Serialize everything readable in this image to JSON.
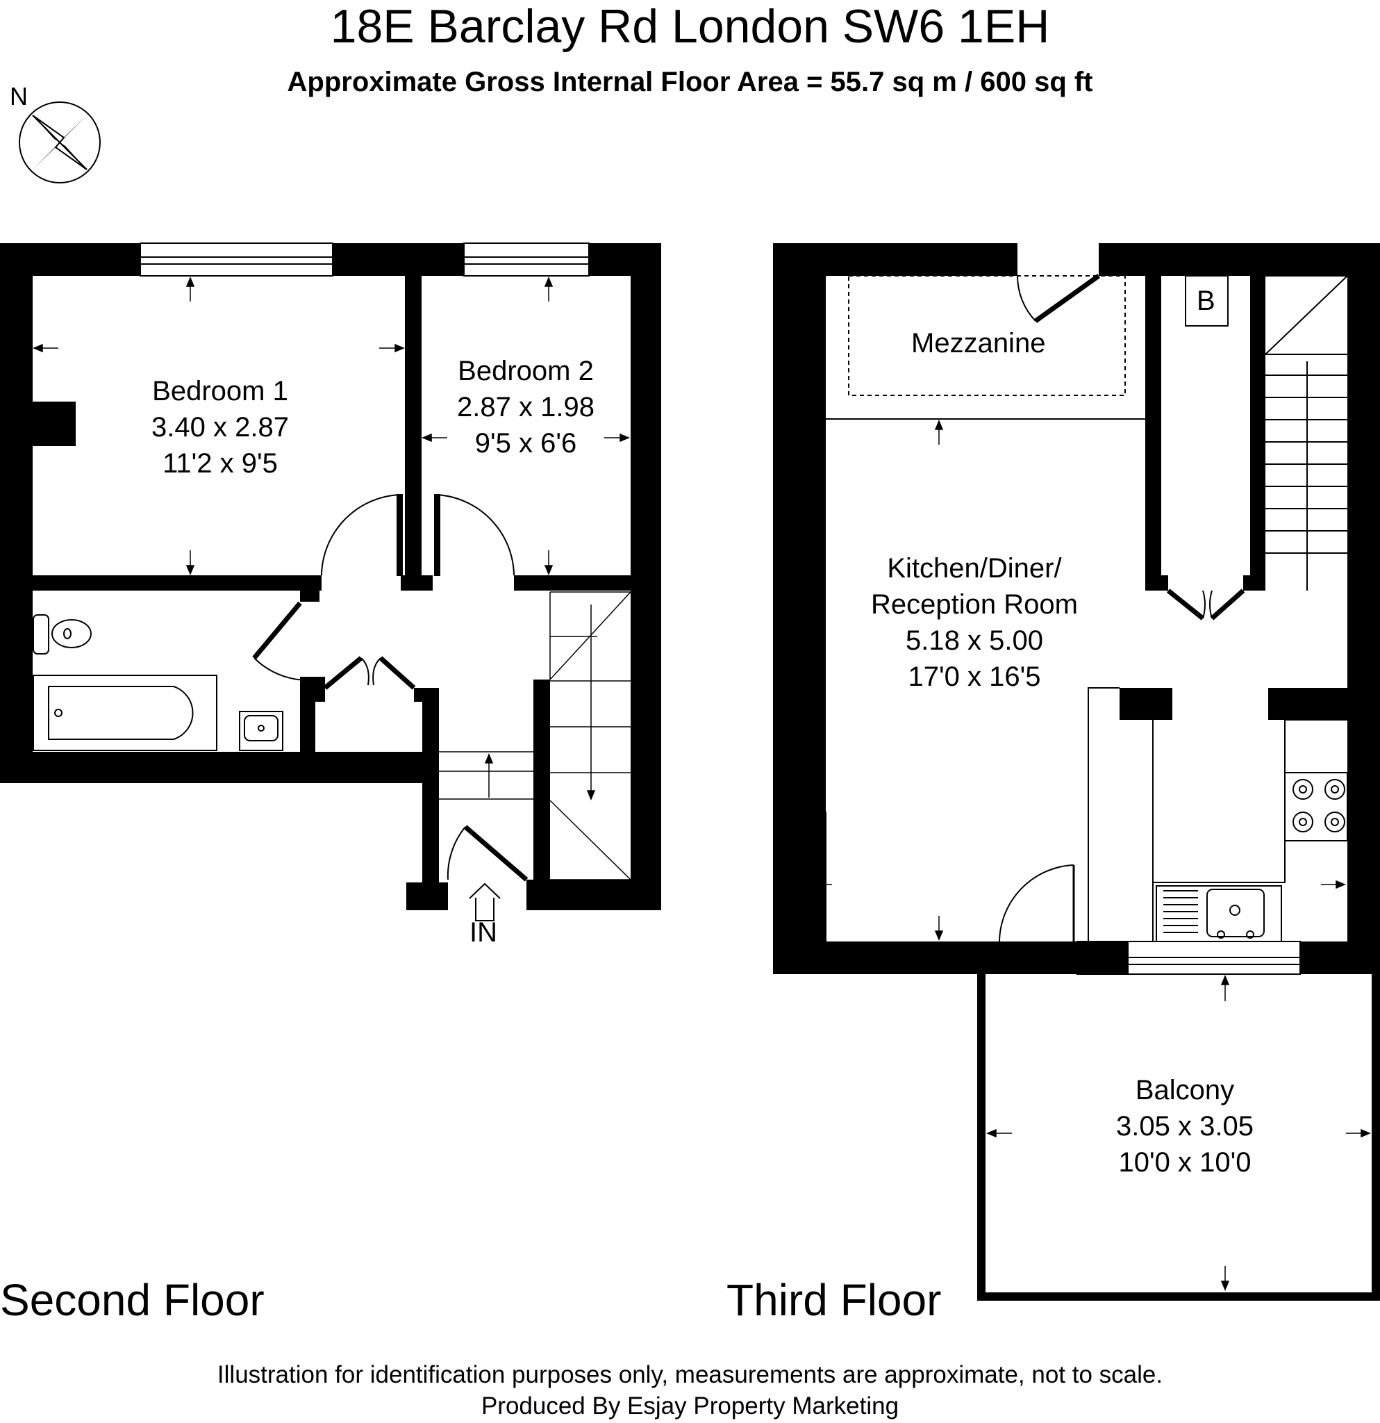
{
  "header": {
    "address": "18E Barclay Rd London SW6 1EH",
    "area": "Approximate Gross Internal Floor Area = 55.7 sq m / 600 sq ft"
  },
  "compass": {
    "label": "N"
  },
  "second_floor": {
    "label": "Second Floor",
    "entrance": "IN",
    "bedroom1": {
      "name": "Bedroom 1",
      "metric": "3.40 x 2.87",
      "imperial": "11'2 x 9'5"
    },
    "bedroom2": {
      "name": "Bedroom 2",
      "metric": "2.87 x 1.98",
      "imperial": "9'5 x 6'6"
    }
  },
  "third_floor": {
    "label": "Third Floor",
    "mezzanine": "Mezzanine",
    "boiler": "B",
    "kitchen": {
      "name1": "Kitchen/Diner/",
      "name2": "Reception Room",
      "metric": "5.18 x 5.00",
      "imperial": "17'0 x 16'5"
    },
    "balcony": {
      "name": "Balcony",
      "metric": "3.05 x 3.05",
      "imperial": "10'0 x 10'0"
    }
  },
  "footer": {
    "disclaimer": "Illustration for identification purposes only, measurements are approximate, not to scale.",
    "producer": "Produced By Esjay Property Marketing"
  }
}
